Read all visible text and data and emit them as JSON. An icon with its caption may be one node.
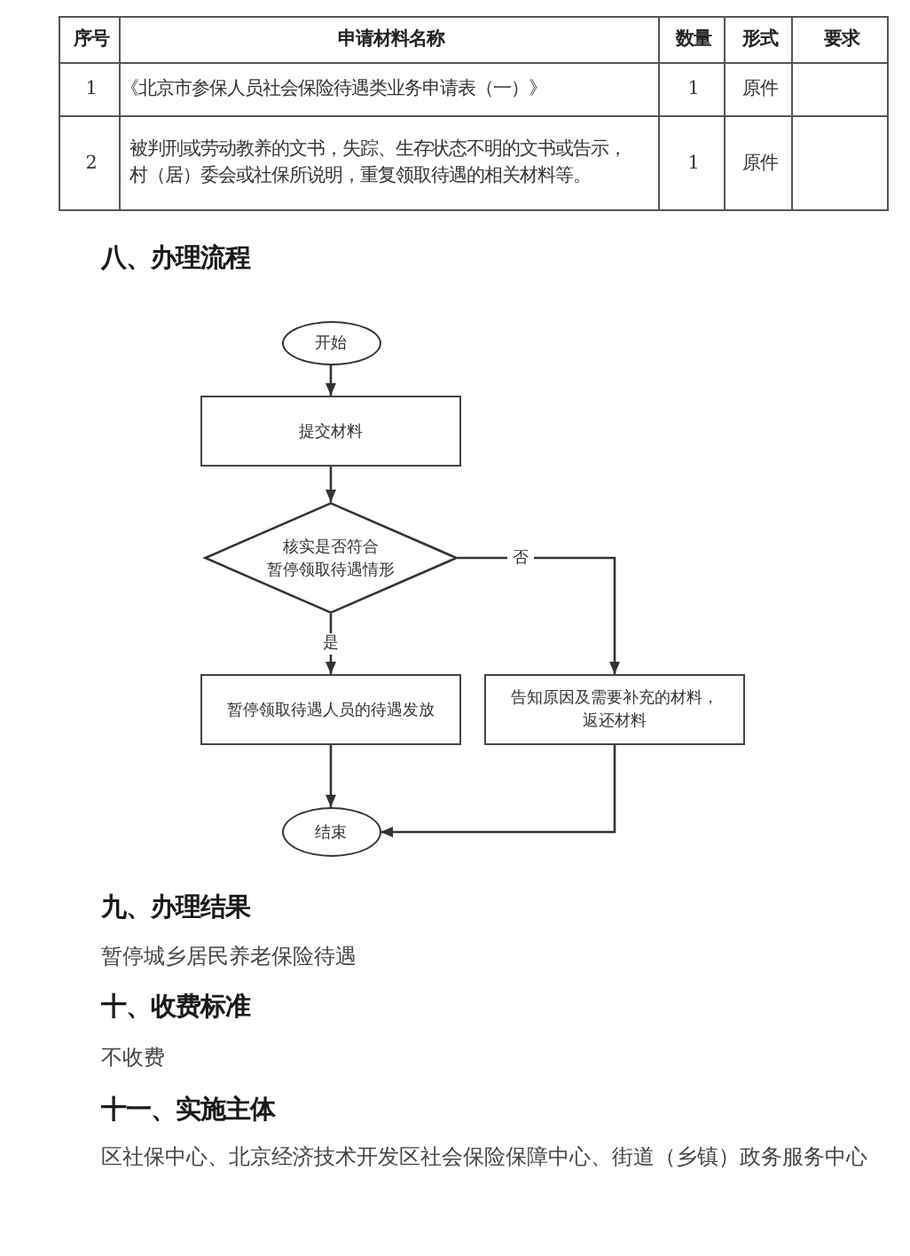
{
  "diagram": {
    "title": "八、办理流程",
    "nodes": [
      {
        "text": [
          "开始"
        ]
      },
      {
        "text": [
          "提交材料"
        ]
      },
      {
        "text": [
          "核实是否符合暂停领取待遇情形"
        ]
      },
      {
        "text": [
          "暂停领取待遇人员的待遇发放"
        ]
      },
      {
        "text": [
          "告知原因及需要补充的材料，返还材料"
        ]
      },
      {
        "text": [
          "结束"
        ]
      }
    ],
    "edges": [
      {
        "from": 0,
        "to": 1,
        "arrow": "to"
      },
      {
        "from": 1,
        "to": 2,
        "arrow": "to"
      },
      {
        "from": 2,
        "to": 3,
        "arrow": "to",
        "label": "是"
      },
      {
        "from": 2,
        "to": 4,
        "arrow": "to",
        "label": "否"
      },
      {
        "from": 3,
        "to": 5,
        "arrow": "to"
      },
      {
        "from": 4,
        "to": 5,
        "arrow": "to"
      }
    ],
    "labels": [
      "序号",
      "申请材料名称",
      "数量",
      "形式",
      "要求",
      "1",
      "《北京市参保人员社会保险待遇类业务申请表（一）》",
      "1",
      "原件",
      "2",
      "被判刑或劳动教养的文书，失踪、生存状态不明的文书或告示，村（居）委会或社保所说明，重复领取待遇的相关材料等。",
      "1",
      "原件",
      "九、办理结果",
      "暂停城乡居民养老保险待遇",
      "十、收费标准",
      "不收费",
      "十一、实施主体",
      "区社保中心、北京经济技术开发区社会保险保障中心、街道（乡镇）政务服务中心"
    ]
  }
}
